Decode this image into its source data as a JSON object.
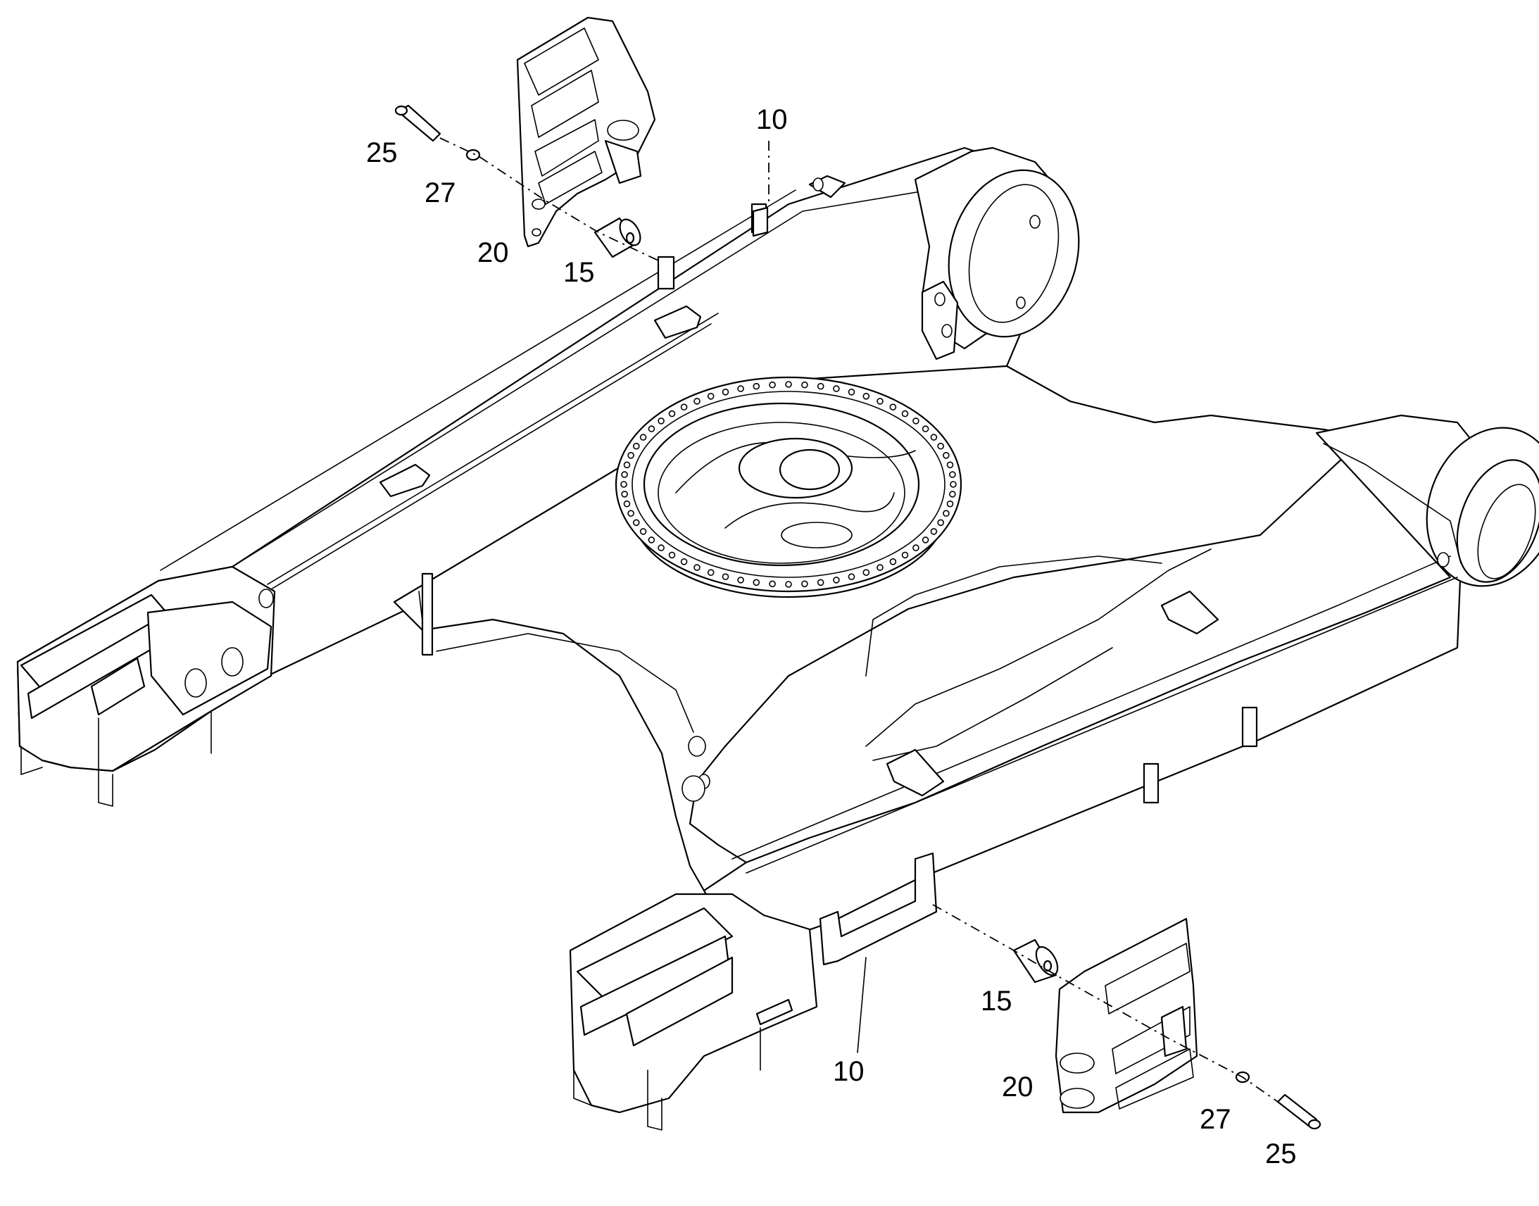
{
  "callouts": {
    "top_bolt": "25",
    "top_washer": "27",
    "top_step": "20",
    "top_bushing": "15",
    "top_bracket": "10",
    "bottom_bracket": "10",
    "bottom_bushing": "15",
    "bottom_step": "20",
    "bottom_washer": "27",
    "bottom_bolt": "25"
  }
}
